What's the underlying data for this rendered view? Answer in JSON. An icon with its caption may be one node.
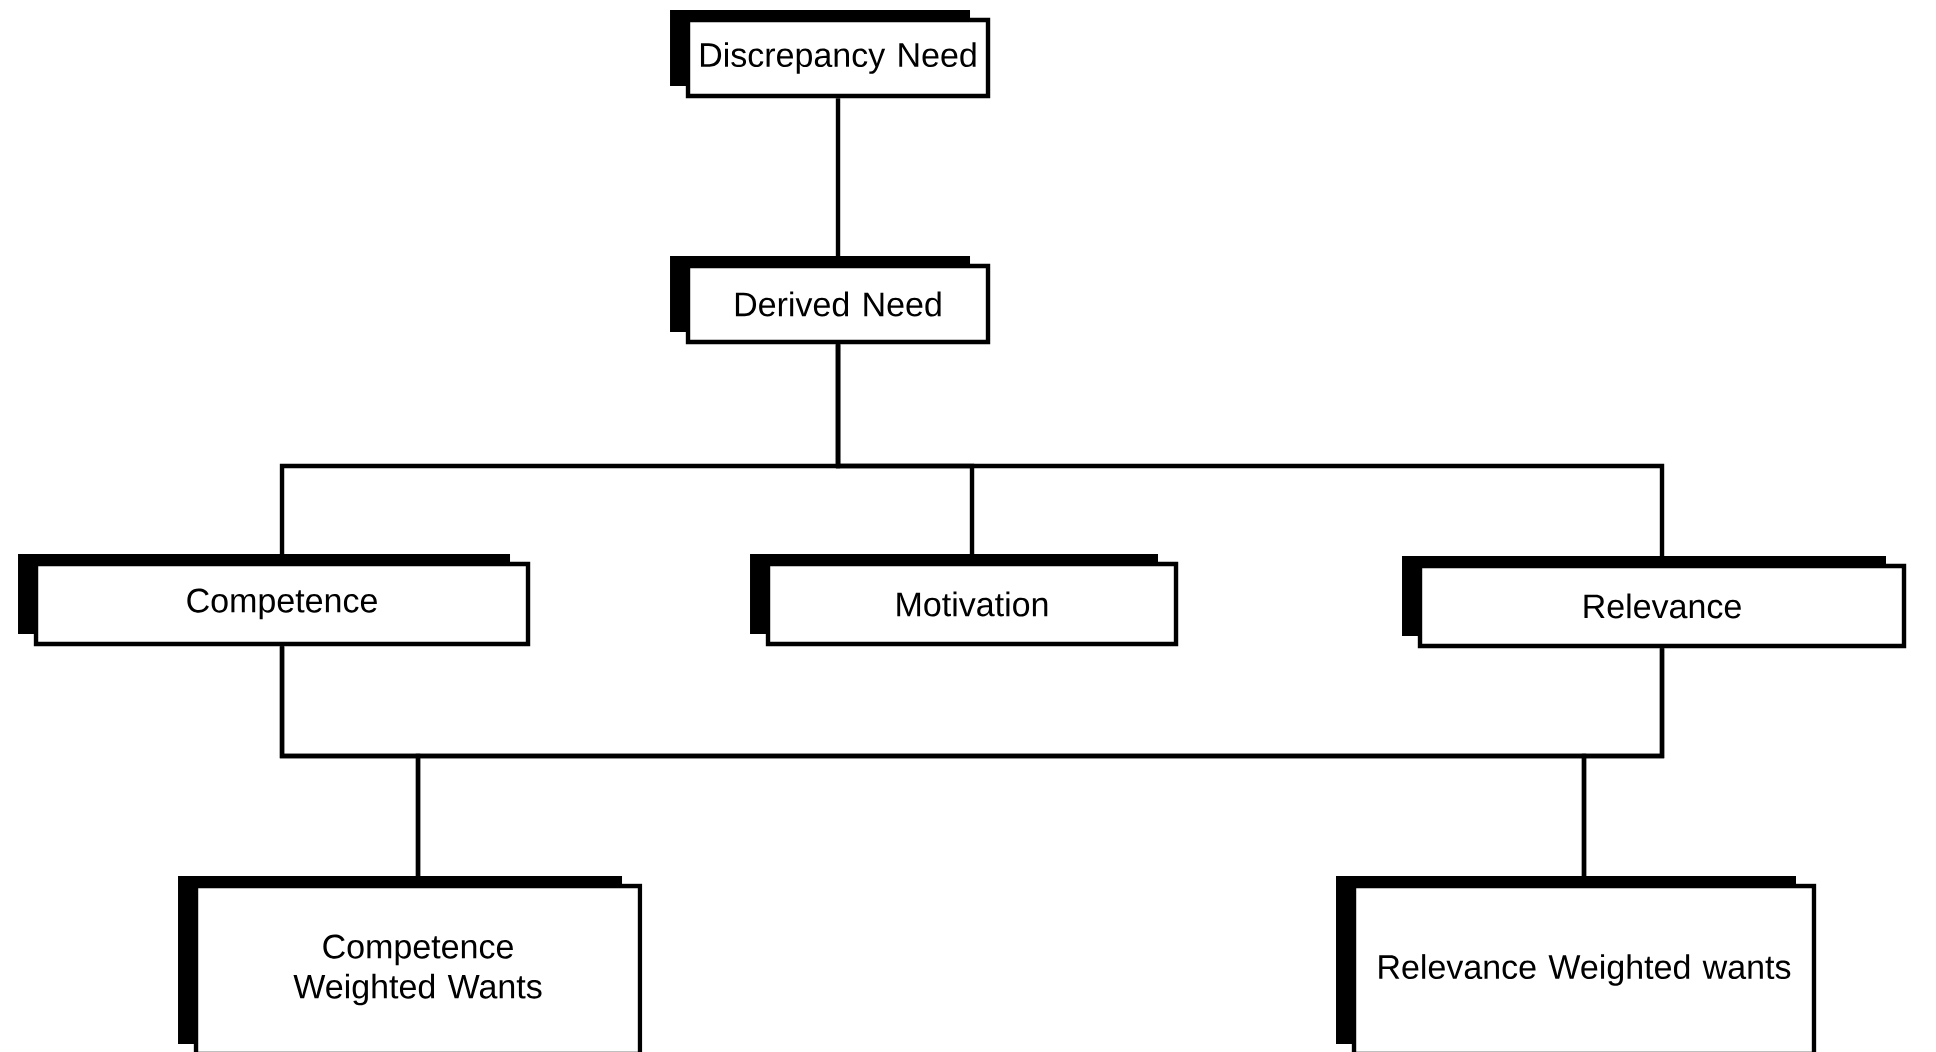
{
  "diagram": {
    "nodes": [
      {
        "text": [
          "Discrepancy Need"
        ]
      },
      {
        "text": [
          "Derived Need"
        ]
      },
      {
        "text": [
          "Competence"
        ]
      },
      {
        "text": [
          "Motivation"
        ]
      },
      {
        "text": [
          "Relevance"
        ]
      },
      {
        "text": [
          "Competence Weighted Wants"
        ]
      },
      {
        "text": [
          "Relevance Weighted wants"
        ]
      }
    ],
    "edges": [
      {
        "from": 0,
        "to": 1,
        "arrow": "none"
      },
      {
        "from": 1,
        "to": 2,
        "arrow": "none"
      },
      {
        "from": 1,
        "to": 3,
        "arrow": "none"
      },
      {
        "from": 1,
        "to": 4,
        "arrow": "none"
      },
      {
        "from": 2,
        "to": 5,
        "arrow": "none"
      },
      {
        "from": 2,
        "to": 6,
        "arrow": "none"
      },
      {
        "from": 4,
        "to": 5,
        "arrow": "none"
      },
      {
        "from": 4,
        "to": 6,
        "arrow": "none"
      }
    ]
  }
}
